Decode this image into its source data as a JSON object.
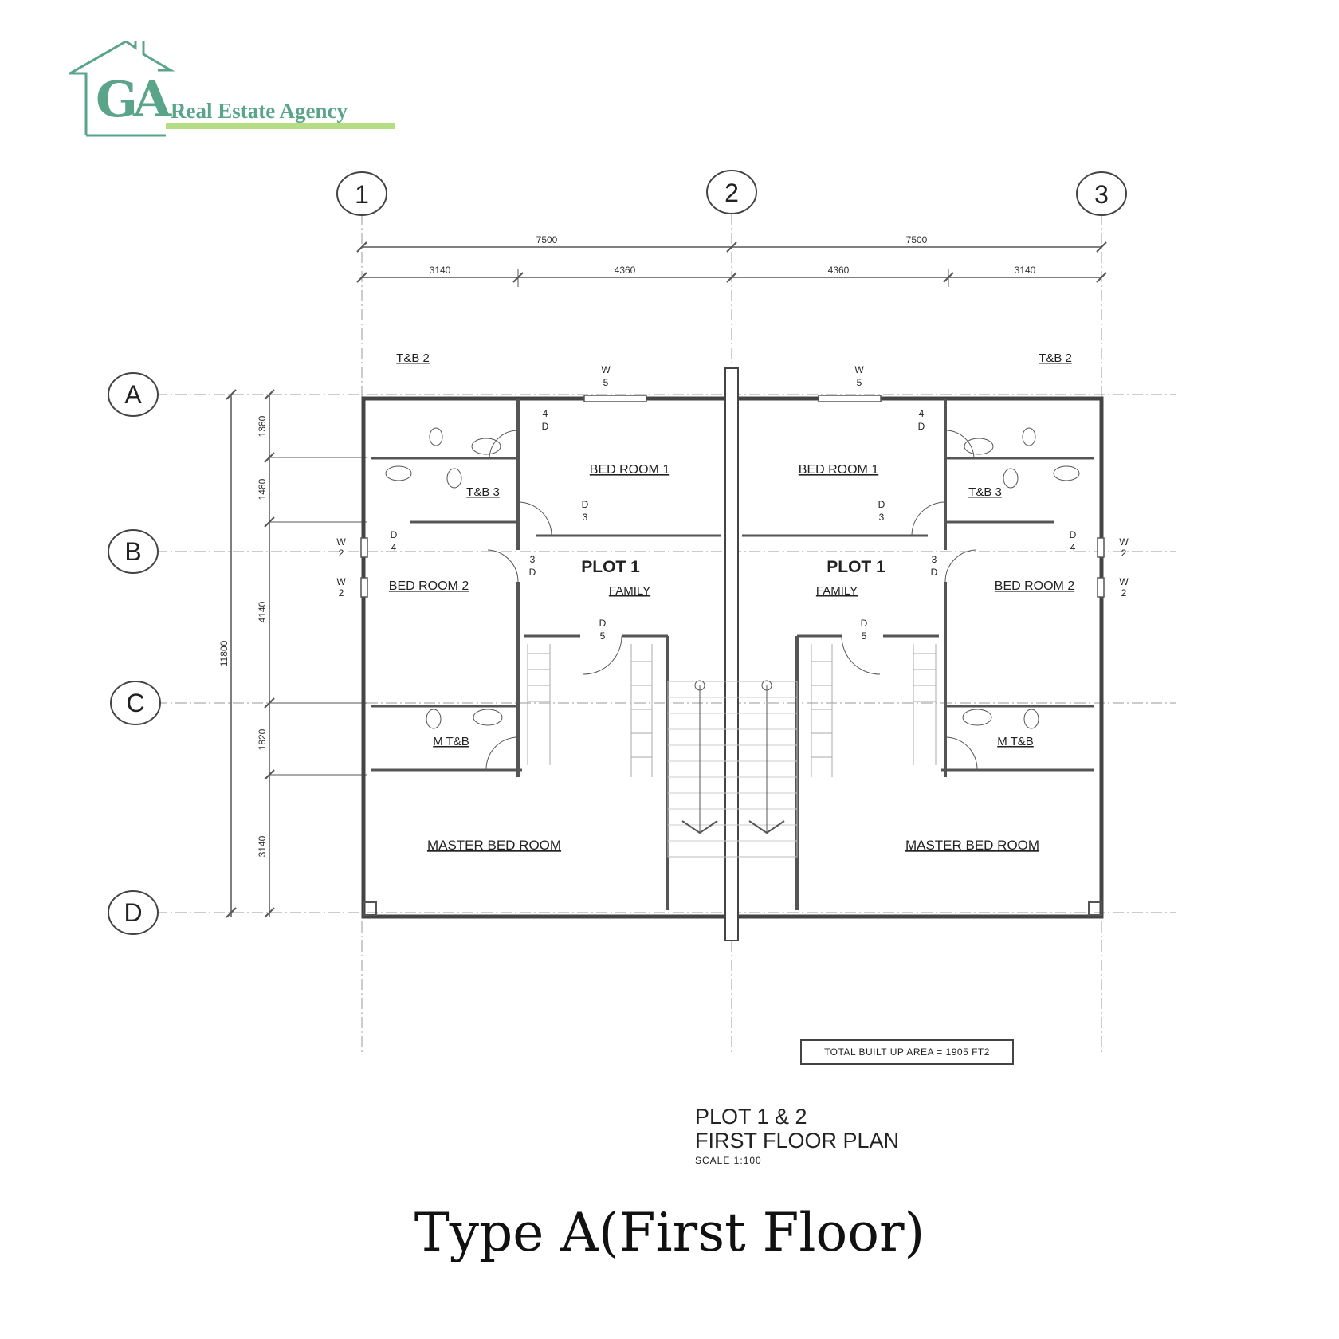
{
  "logo": {
    "ga": "GA",
    "text": "Real Estate Agency",
    "colors": {
      "green": "#5aa58a",
      "light_green": "#b7dd84"
    }
  },
  "grid": {
    "columns": [
      "1",
      "2",
      "3"
    ],
    "rows": [
      "A",
      "B",
      "C",
      "D"
    ]
  },
  "dimensions": {
    "top_overall": [
      "7500",
      "7500"
    ],
    "top_sub": [
      "3140",
      "4360",
      "4360",
      "3140"
    ],
    "side_overall": "11800",
    "side_sub": [
      "1380",
      "1480",
      "4140",
      "1820",
      "3140"
    ]
  },
  "rooms": {
    "tb2": "T&B 2",
    "tb3": "T&B 3",
    "bed1": "BED ROOM 1",
    "bed2": "BED ROOM 2",
    "plot": "PLOT 1",
    "family": "FAMILY",
    "mtb": "M T&B",
    "master": "MASTER BED ROOM"
  },
  "tags": {
    "w": "W",
    "d": "D",
    "n5": "5",
    "n4": "4",
    "n3": "3",
    "n2": "2"
  },
  "built_up": "TOTAL BUILT UP AREA = 1905 FT2",
  "plan_title": {
    "line1": "PLOT 1 & 2",
    "line2": "FIRST FLOOR PLAN",
    "scale": "SCALE 1:100"
  },
  "caption": "Type A(First Floor)"
}
